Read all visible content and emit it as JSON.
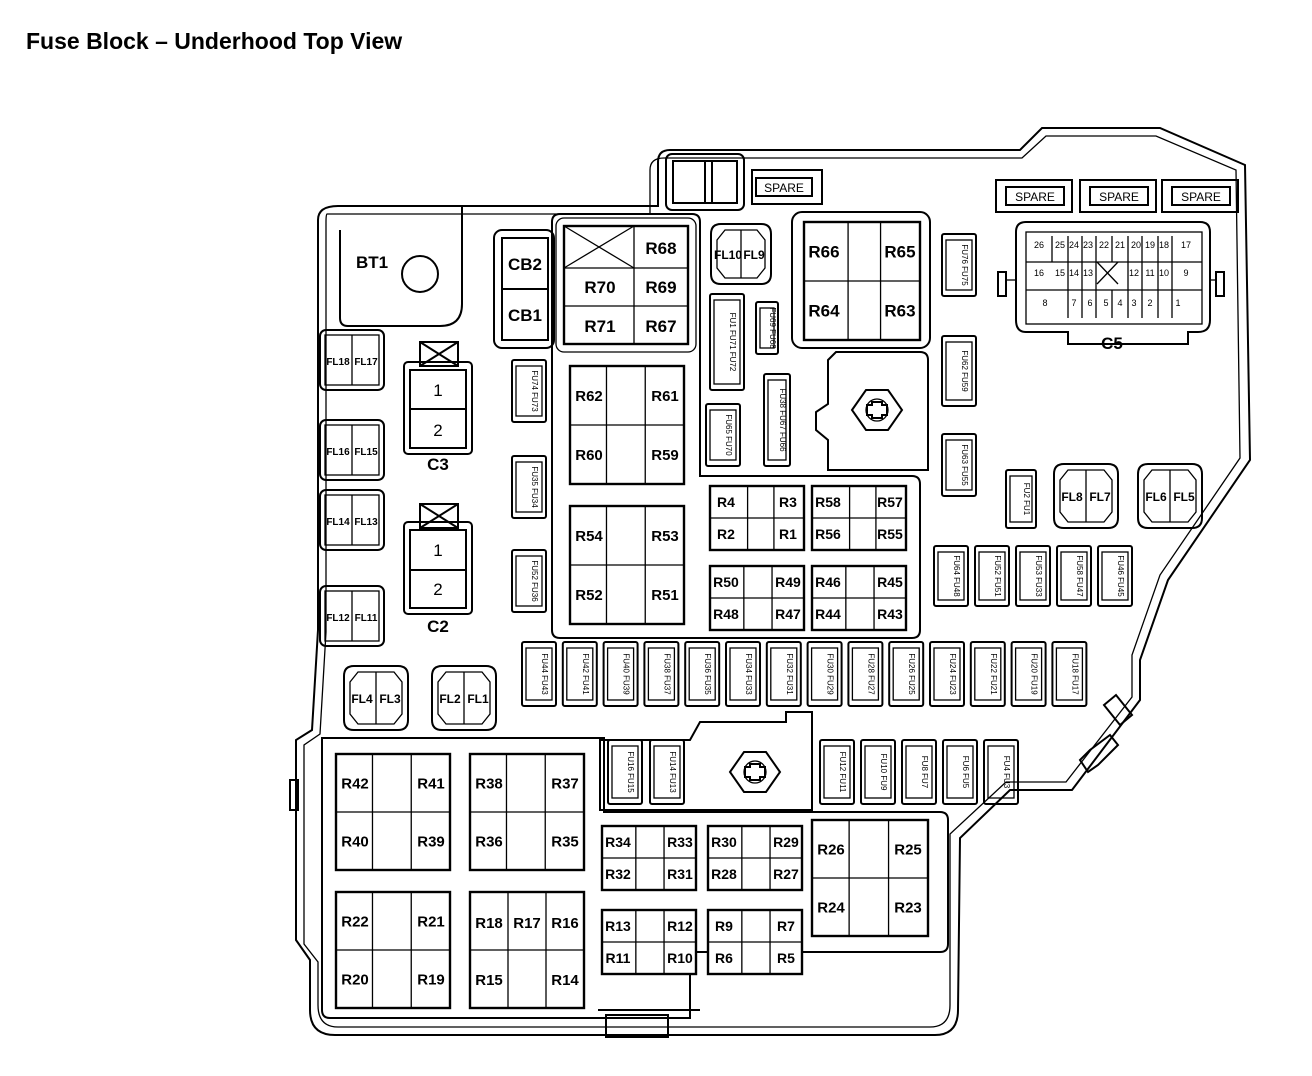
{
  "title": "Fuse Block – Underhood Top View",
  "labels": {
    "BT1": "BT1",
    "CB2": "CB2",
    "CB1": "CB1",
    "C3": "C3",
    "C2": "C2",
    "C5": "C5",
    "C3_1": "1",
    "C3_2": "2",
    "C2_1": "1",
    "C2_2": "2",
    "spare": "SPARE"
  },
  "fl_pairs": [
    [
      "FL18",
      "FL17"
    ],
    [
      "FL16",
      "FL15"
    ],
    [
      "FL14",
      "FL13"
    ],
    [
      "FL12",
      "FL11"
    ],
    [
      "FL4",
      "FL3"
    ],
    [
      "FL2",
      "FL1"
    ],
    [
      "FL10",
      "FL9"
    ],
    [
      "FL8",
      "FL7"
    ],
    [
      "FL6",
      "FL5"
    ]
  ],
  "relays": {
    "r70_group": [
      "R68",
      "R70",
      "R69",
      "R71",
      "R67"
    ],
    "r66_group": [
      "R66",
      "R65",
      "R64",
      "R63"
    ],
    "r62_group": [
      "R62",
      "R61",
      "R60",
      "R59"
    ],
    "r54_group": [
      "R54",
      "R53",
      "R52",
      "R51"
    ],
    "r4_group": [
      "R4",
      "R3",
      "R2",
      "R1"
    ],
    "r58_group": [
      "R58",
      "R57",
      "R56",
      "R55"
    ],
    "r50_group": [
      "R50",
      "R49",
      "R48",
      "R47"
    ],
    "r46_group": [
      "R46",
      "R45",
      "R44",
      "R43"
    ],
    "r42_group": [
      "R42",
      "R41",
      "R40",
      "R39"
    ],
    "r38_group": [
      "R38",
      "R37",
      "R36",
      "R35"
    ],
    "r22_group": [
      "R22",
      "R21",
      "R20",
      "R19"
    ],
    "r18_group": [
      "R18",
      "R17",
      "R16",
      "R15",
      "R14"
    ],
    "r34_group": [
      "R34",
      "R33",
      "R32",
      "R31"
    ],
    "r30_group": [
      "R30",
      "R29",
      "R28",
      "R27"
    ],
    "r26_group": [
      "R26",
      "R25",
      "R24",
      "R23"
    ],
    "r13_group": [
      "R13",
      "R12",
      "R11",
      "R10"
    ],
    "r9_group": [
      "R9",
      "R7",
      "R6",
      "R5"
    ]
  },
  "fuses": {
    "left_column": [
      "FU74 FU73",
      "FU35 FU34",
      "FU52 FU36"
    ],
    "center": [
      "FU1 FU71 FU72",
      "FU69 FU68",
      "FU38 FU67 FU66",
      "FU65 FU70"
    ],
    "right_column": [
      "FU76 FU75",
      "FU62 FU59",
      "FU63 FU55"
    ],
    "row_right": [
      "FU64 FU48",
      "FU52 FU51",
      "FU53 FU33",
      "FU58 FU47",
      "FU46 FU45"
    ],
    "fu2_fu1": "FU2 FU1",
    "row_main": [
      "FU44 FU43",
      "FU42 FU41",
      "FU40 FU39",
      "FU38 FU37",
      "FU36 FU35",
      "FU34 FU33",
      "FU32 FU31",
      "FU30 FU29",
      "FU28 FU27",
      "FU26 FU25",
      "FU24 FU23",
      "FU22 FU21",
      "FU20 FU19",
      "FU18 FU17"
    ],
    "row_lower_left": [
      "FU16 FU15",
      "FU14 FU13"
    ],
    "row_lower_right": [
      "FU12 FU11",
      "FU10 FU9",
      "FU8 FU7",
      "FU6 FU5",
      "FU4 FU3"
    ]
  },
  "c5_pins": {
    "top_row": [
      "26",
      "25",
      "24",
      "23",
      "22",
      "21",
      "20",
      "19",
      "18",
      "17"
    ],
    "mid_row": [
      "16",
      "15",
      "14",
      "13",
      "12",
      "11",
      "10",
      "9"
    ],
    "bottom_row": [
      "8",
      "7",
      "6",
      "5",
      "4",
      "3",
      "2",
      "1"
    ]
  }
}
